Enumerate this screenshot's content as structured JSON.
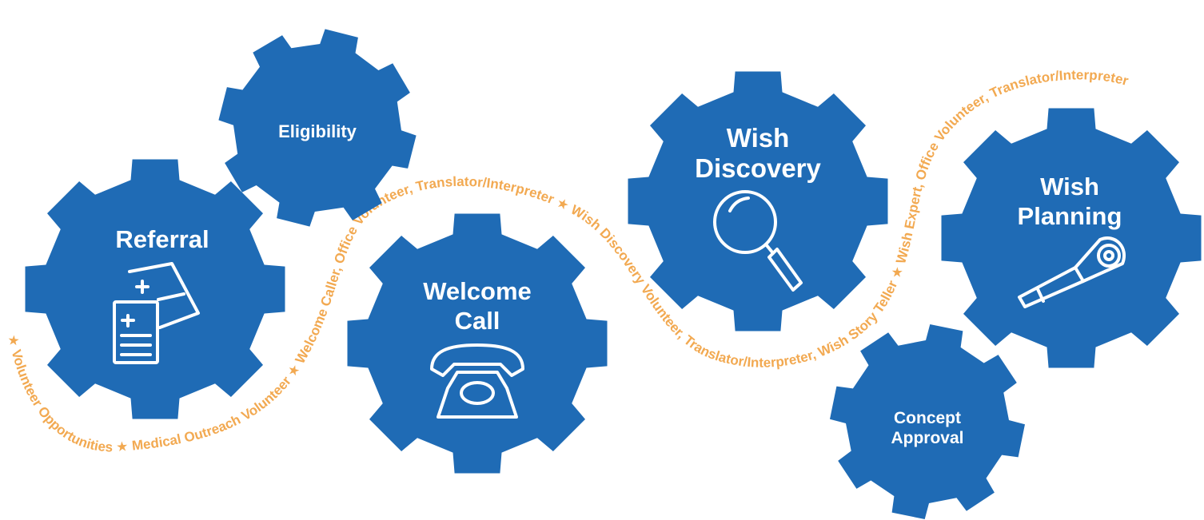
{
  "colors": {
    "gear": "#1f6bb5",
    "label": "#ffffff",
    "path_text": "#f2a951"
  },
  "gears": {
    "eligibility": {
      "title": "Eligibility",
      "icon": "none"
    },
    "referral": {
      "title": "Referral",
      "icon": "medical-documents-icon"
    },
    "welcome_call": {
      "line1": "Welcome",
      "line2": "Call",
      "icon": "telephone-icon"
    },
    "wish_discovery": {
      "line1": "Wish",
      "line2": "Discovery",
      "icon": "magnifying-glass-icon"
    },
    "wish_planning": {
      "line1": "Wish",
      "line2": "Planning",
      "icon": "party-horn-icon"
    },
    "concept_approval": {
      "line1": "Concept",
      "line2": "Approval",
      "icon": "none"
    }
  },
  "path": {
    "segment_1": "★ Volunteer Opportunities ★ Medical Outreach Volunteer ★ Welcome Caller, Office Volunteer, Translator/Interpreter ★ Wish Discovery Volunteer, Translator/Interpreter, Wish Story Teller ★ Wish Expert, Office Volunteer, Translator/Interpreter"
  }
}
